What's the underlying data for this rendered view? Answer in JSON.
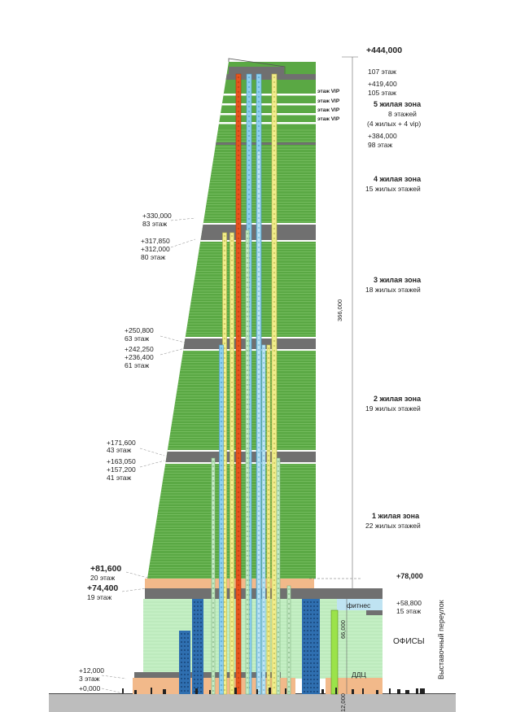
{
  "top_elevation": {
    "value": "+444,000",
    "floor": "107 этаж"
  },
  "right_markers": [
    {
      "value": "+419,400",
      "floor": "105 этаж"
    },
    {
      "value": "+384,000",
      "floor": "98 этаж"
    }
  ],
  "left_markers": [
    {
      "value": "+330,000",
      "floor": "83 этаж"
    },
    {
      "value": "+317,850",
      "floor": ""
    },
    {
      "value": "+312,000",
      "floor": "80 этаж"
    },
    {
      "value": "+250,800",
      "floor": "63 этаж"
    },
    {
      "value": "+242,250",
      "floor": ""
    },
    {
      "value": "+236,400",
      "floor": "61 этаж"
    },
    {
      "value": "+171,600",
      "floor": "43 этаж"
    },
    {
      "value": "+163,050",
      "floor": ""
    },
    {
      "value": "+157,200",
      "floor": "41 этаж"
    },
    {
      "value": "+12,000",
      "floor": "3 этаж"
    },
    {
      "value": "+0,000",
      "floor": ""
    }
  ],
  "podium_markers": [
    {
      "value": "+81,600",
      "floor": "20 этаж"
    },
    {
      "value": "+74,400",
      "floor": "19 этаж"
    }
  ],
  "right_podium": [
    {
      "value": "+78,000",
      "floor": ""
    },
    {
      "value": "+58,800",
      "floor": "15 этаж"
    }
  ],
  "vip_labels": [
    "этаж VIP",
    "этаж VIP",
    "этаж VIP",
    "этаж VIP"
  ],
  "zones": [
    {
      "name": "5 жилая зона",
      "line2": "8 этажей",
      "line3": "(4 жилых + 4 vip)"
    },
    {
      "name": "4 жилая зона",
      "line2": "15 жилых этажей",
      "line3": ""
    },
    {
      "name": "3 жилая зона",
      "line2": "18 жилых этажей",
      "line3": ""
    },
    {
      "name": "2 жилая зона",
      "line2": "19 жилых этажей",
      "line3": ""
    },
    {
      "name": "1  жилая зона",
      "line2": "22 жилых этажей",
      "line3": ""
    }
  ],
  "dims": {
    "tower": "366,000",
    "podium": "66,000",
    "base": "12,000"
  },
  "podium_labels": {
    "fitness": "фитнес",
    "offices": "ОФИСЫ",
    "ddc": "ДДЦ"
  },
  "street": "Выставочный переулок",
  "colors": {
    "residential": "#5aa844",
    "technical": "#707070",
    "podium_tech": "#f2b98a",
    "offices": "#c4efc4",
    "blue_blocks": "#2f6fb0",
    "shaft_red": "#e8541e",
    "shaft_blue": "#8fd0f0",
    "shaft_yellow": "#f2ee8c",
    "shaft_lime": "#9be34a"
  }
}
